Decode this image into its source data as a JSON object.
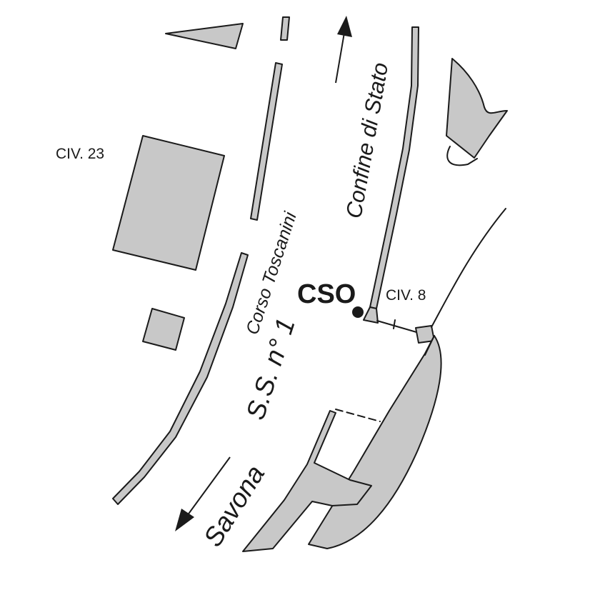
{
  "map": {
    "labels": {
      "civ_23": "CIV. 23",
      "civ_8": "CIV. 8",
      "cso": "CSO",
      "corso_toscanini": "Corso Toscanini",
      "ss1": "S.S. n° 1",
      "confine": "Confine di Stato",
      "savona": "Savona"
    },
    "colors": {
      "fill": "#c8c8c8",
      "stroke": "#1a1a1a",
      "background": "#ffffff"
    },
    "directions": {
      "north_arrow_target": "Confine di Stato",
      "south_arrow_target": "Savona"
    }
  }
}
